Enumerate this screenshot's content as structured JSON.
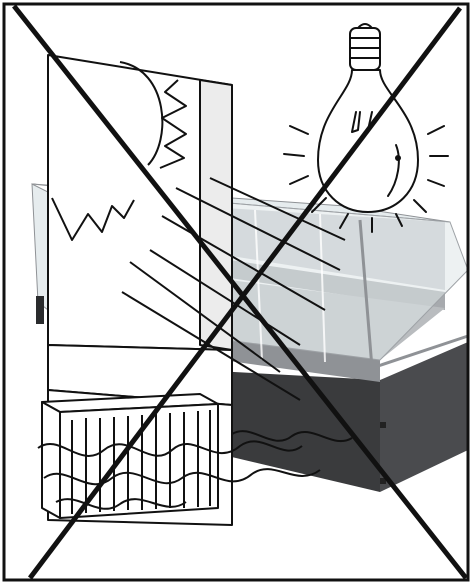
{
  "figure": {
    "kind": "installation-warning-pictogram",
    "prohibited": true,
    "subjects": [
      "refrigerated-display-counter",
      "sunlit-window",
      "light-bulb",
      "heating-radiator"
    ],
    "colors": {
      "line": "#111111",
      "cross": "#111111",
      "counter_body": "#3a3b3d",
      "counter_side": "#5a5b5e",
      "counter_glass": "#dfe6e8",
      "counter_shelf": "#b9bcbf",
      "counter_light": "#8f9296",
      "background": "#ffffff"
    }
  }
}
